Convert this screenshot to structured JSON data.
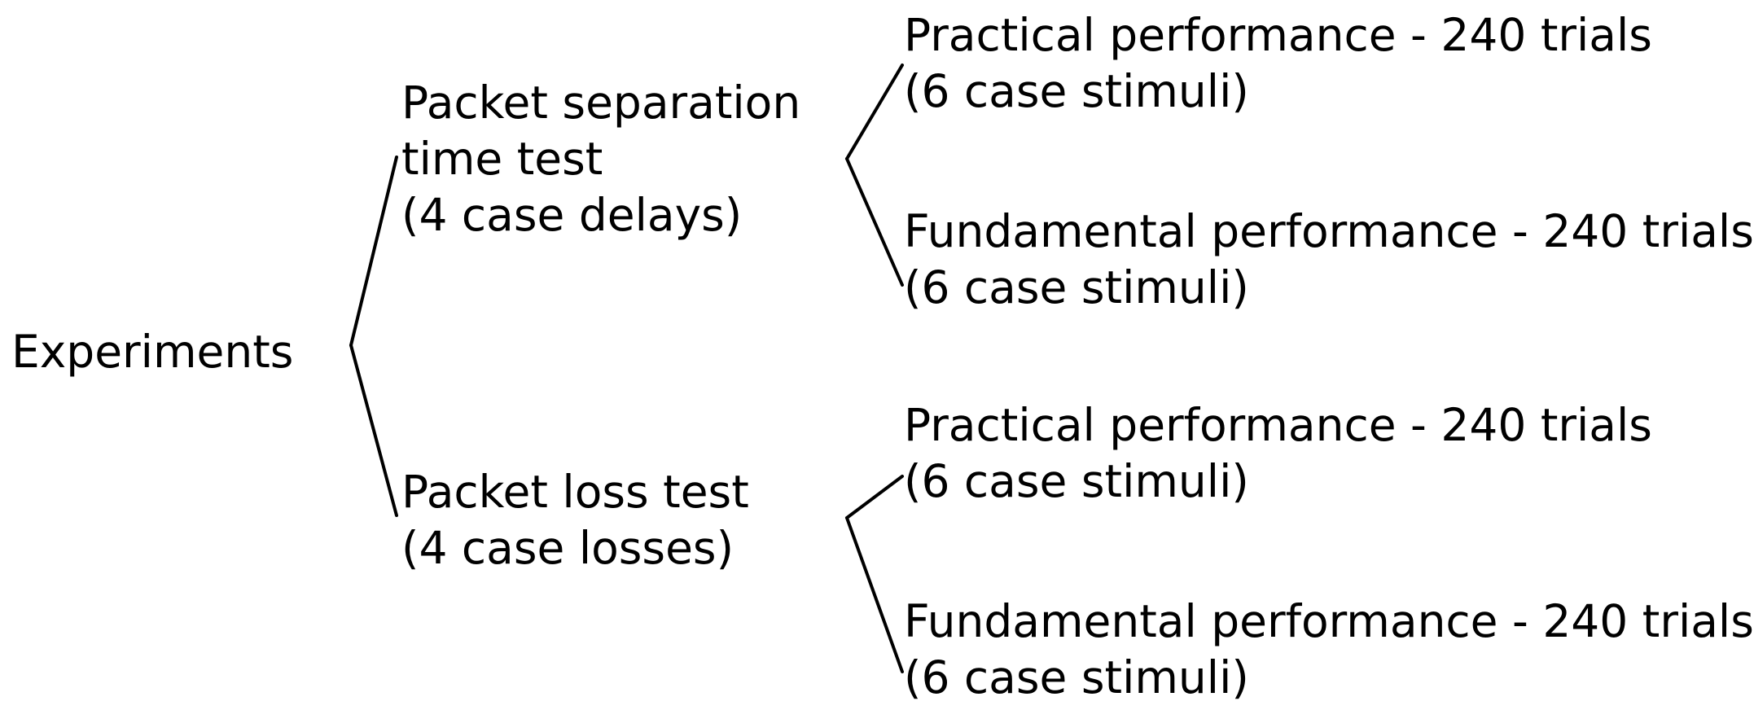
{
  "root": {
    "label": "Experiments"
  },
  "branches": [
    {
      "lines": [
        "Packet separation",
        "time test",
        "(4 case delays)"
      ],
      "children": [
        {
          "lines": [
            "Practical performance  - 240 trials",
            "(6 case stimuli)"
          ]
        },
        {
          "lines": [
            "Fundamental performance - 240 trials",
            "(6 case stimuli)"
          ]
        }
      ]
    },
    {
      "lines": [
        "Packet loss test",
        "(4 case losses)"
      ],
      "children": [
        {
          "lines": [
            "Practical performance  - 240 trials",
            "(6 case stimuli)"
          ]
        },
        {
          "lines": [
            "Fundamental performance - 240 trials",
            "(6 case stimuli)"
          ]
        }
      ]
    }
  ]
}
